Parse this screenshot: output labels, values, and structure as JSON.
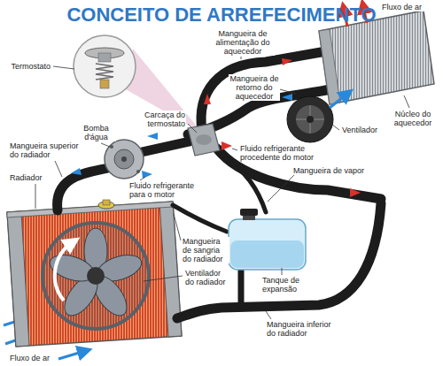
{
  "diagram": {
    "title": "CONCEITO DE ARREFECIMENTO",
    "labels": [
      "Termostato",
      "Mangueira de alimentação do aquecedor",
      "Fluxo de ar",
      "Mangueira de retorno do aquecedor",
      "Carcaça do termostato",
      "Bomba d'água",
      "Ventilador",
      "Núcleo do aquecedor",
      "Fluido refrigerante procedente do motor",
      "Mangueira superior do radiador",
      "Mangueira de vapor",
      "Radiador",
      "Fluido refrigerante para o motor",
      "Mangueira de sangria do radiador",
      "Ventilador do radiador",
      "Tanque de expansão",
      "Mangueira inferior do radiador",
      "Fluxo de ar"
    ]
  }
}
